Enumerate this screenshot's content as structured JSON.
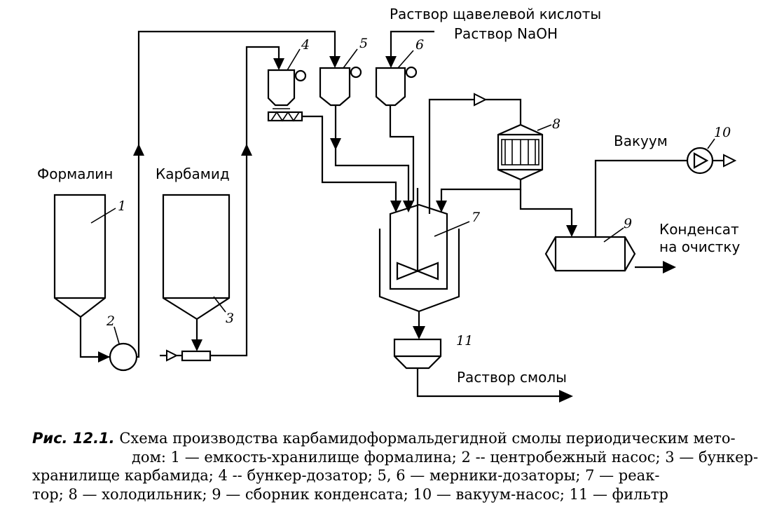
{
  "labels": {
    "formalin": "Формалин",
    "carbamide": "Карбамид",
    "oxalic": "Раствор щавелевой кислоты",
    "naoh": "Раствор NaOH",
    "vacuum": "Вакуум",
    "condensate_1": "Конденсат",
    "condensate_2": "на очистку",
    "resin": "Раствор смолы"
  },
  "numbers": {
    "n1": "1",
    "n2": "2",
    "n3": "3",
    "n4": "4",
    "n5": "5",
    "n6": "6",
    "n7": "7",
    "n8": "8",
    "n9": "9",
    "n10": "10",
    "n11": "11"
  },
  "caption": {
    "label": "Рис. 12.1.",
    "line1": "Схема производства карбамидоформальдегидной смолы периодическим мето-",
    "line2": "дом: 1 — емкость-хранилище формалина; 2 -- центробежный насос; 3 — бункер-",
    "line3": "хранилище карбамида; 4 -- бункер-дозатор; 5, 6 — мерники-дозаторы; 7 — реак-",
    "line4": "тор; 8 — холодильник; 9 — сборник конденсата; 10 — вакуум-насос; 11 — фильтр"
  }
}
